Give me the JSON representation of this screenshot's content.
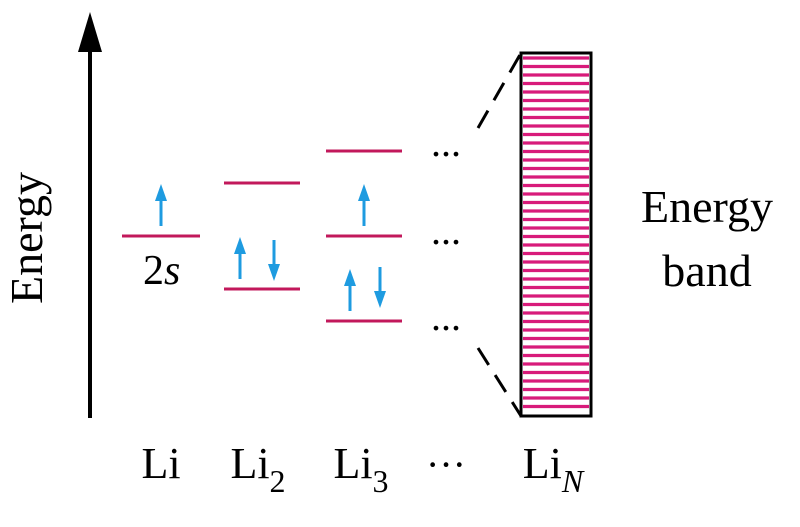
{
  "axis": {
    "label": "Energy"
  },
  "orbital_label": {
    "main": "2",
    "italic": "s"
  },
  "band_label": {
    "line1": "Energy",
    "line2": "band"
  },
  "ellipsis": "...",
  "bottom_labels": [
    {
      "base": "Li",
      "sub": "",
      "sub_italic": false
    },
    {
      "base": "Li",
      "sub": "2",
      "sub_italic": false
    },
    {
      "base": "Li",
      "sub": "3",
      "sub_italic": false
    },
    {
      "base": "···",
      "sub": "",
      "sub_italic": false
    },
    {
      "base": "Li",
      "sub": "N",
      "sub_italic": true
    }
  ],
  "colors": {
    "level": "#c2185b",
    "electron": "#1e9be0",
    "band_fill": "#d81b7a",
    "axis": "#000000"
  }
}
